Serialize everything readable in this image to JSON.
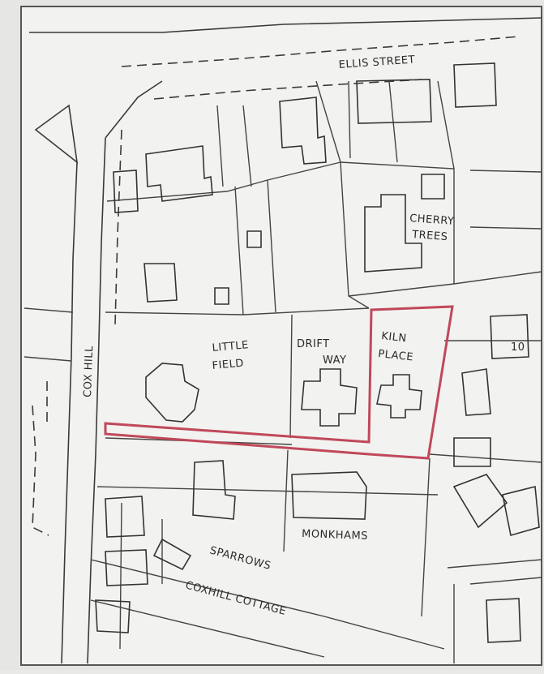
{
  "map": {
    "labels": {
      "ellis_street": "ELLIS STREET",
      "cox_hill": "COX HILL",
      "cherry_trees_1": "CHERRY",
      "cherry_trees_2": "TREES",
      "little_field_1": "LITTLE",
      "little_field_2": "FIELD",
      "drift_way_1": "DRIFT",
      "drift_way_2": "WAY",
      "kiln_place_1": "KILN",
      "kiln_place_2": "PLACE",
      "monkhams": "MONKHAMS",
      "sparrows": "SPARROWS",
      "coxhill_cottage": "COXHILL COTTAGE",
      "house_number": "10"
    },
    "colors": {
      "paper": "#f2f2f0",
      "ink": "#333333",
      "site_boundary": "#c0485a"
    }
  }
}
